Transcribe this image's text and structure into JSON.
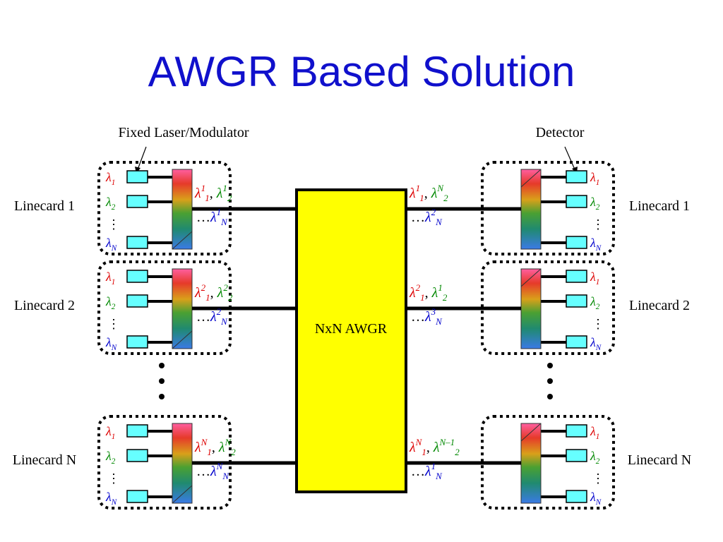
{
  "title": "AWGR Based Solution",
  "labels": {
    "laser": "Fixed Laser/Modulator",
    "detector": "Detector",
    "awgr": "NxN AWGR"
  },
  "linecards": {
    "left": [
      "Linecard 1",
      "Linecard 2",
      "Linecard N"
    ],
    "right": [
      "Linecard 1",
      "Linecard 2",
      "Linecard N"
    ]
  },
  "lambda": {
    "symbol": "λ",
    "subs": [
      "1",
      "2",
      "N"
    ],
    "ellipsis": "…",
    "sep": ","
  },
  "signals": {
    "left": [
      {
        "a_sup": "1",
        "a_sub": "1",
        "b_sup": "1",
        "b_sub": "2",
        "c_sup": "1",
        "c_sub": "N"
      },
      {
        "a_sup": "2",
        "a_sub": "1",
        "b_sup": "2",
        "b_sub": "2",
        "c_sup": "2",
        "c_sub": "N"
      },
      {
        "a_sup": "N",
        "a_sub": "1",
        "b_sup": "N",
        "b_sub": "2",
        "c_sup": "N",
        "c_sub": "N"
      }
    ],
    "right": [
      {
        "a_sup": "1",
        "a_sub": "1",
        "b_sup": "N",
        "b_sub": "2",
        "c_sup": "2",
        "c_sub": "N"
      },
      {
        "a_sup": "2",
        "a_sub": "1",
        "b_sup": "1",
        "b_sub": "2",
        "c_sup": "3",
        "c_sub": "N"
      },
      {
        "a_sup": "N",
        "a_sub": "1",
        "b_sup": "N–1",
        "b_sub": "2",
        "c_sup": "1",
        "c_sub": "N"
      }
    ]
  },
  "colors": {
    "title": "#1010cc",
    "lambda1": "#dd0000",
    "lambda2": "#008800",
    "lambdaN": "#0000cc",
    "awgr_fill": "#ffff00",
    "laser_fill": "#66ffff"
  }
}
